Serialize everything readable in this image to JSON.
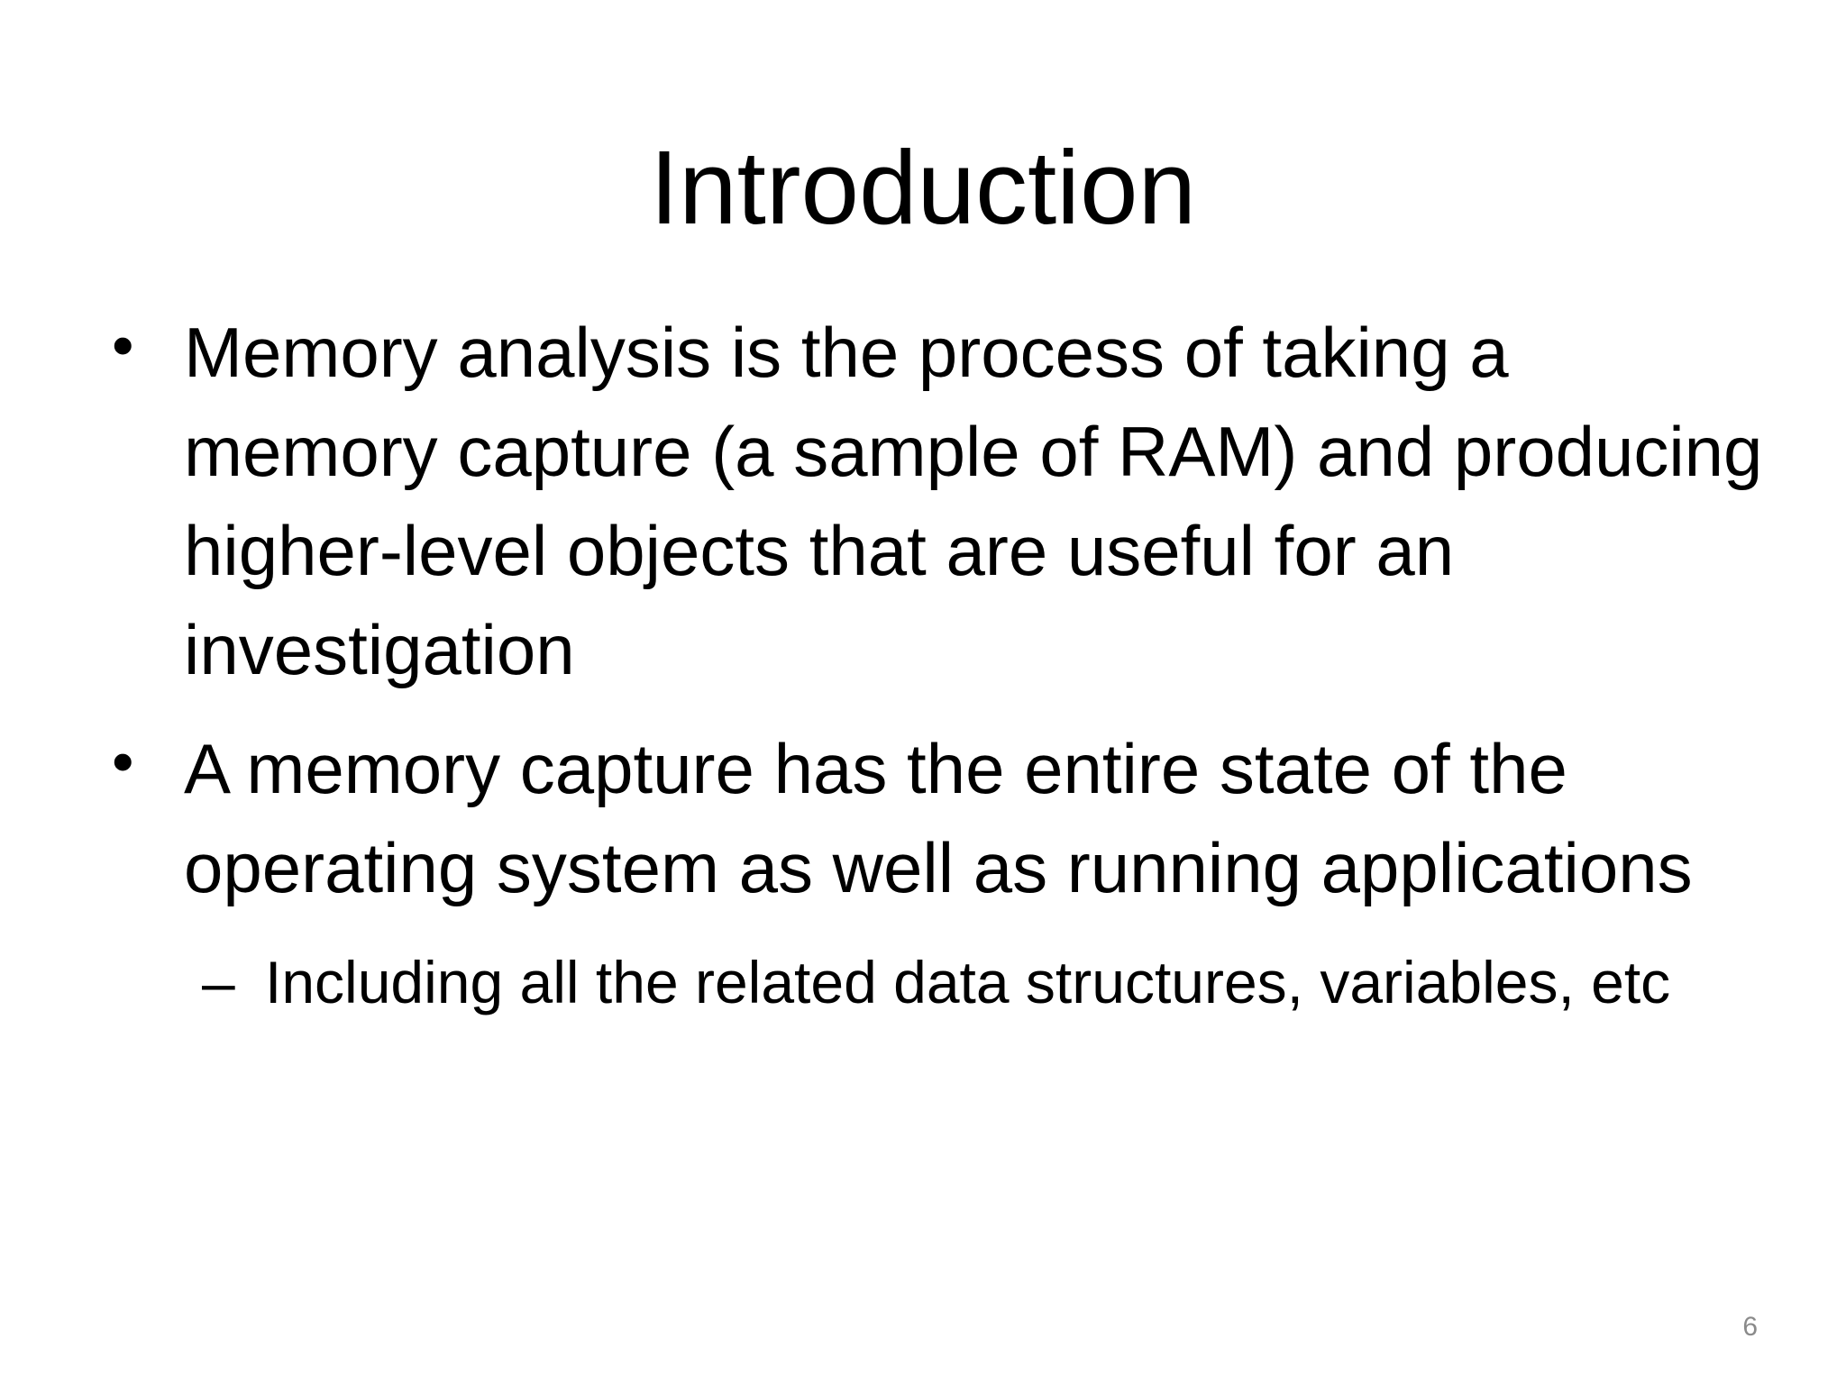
{
  "slide": {
    "title": "Introduction",
    "bullets": [
      {
        "marker": "•",
        "text": "Memory analysis is the process of taking a memory capture (a sample of RAM) and producing higher-level objects that are useful for an investigation"
      },
      {
        "marker": "•",
        "text": "A memory capture has the entire state of the operating system as well as running applications",
        "sub_bullets": [
          {
            "marker": "–",
            "text": "Including all the related data structures, variables, etc"
          }
        ]
      }
    ],
    "page_number": "6"
  }
}
